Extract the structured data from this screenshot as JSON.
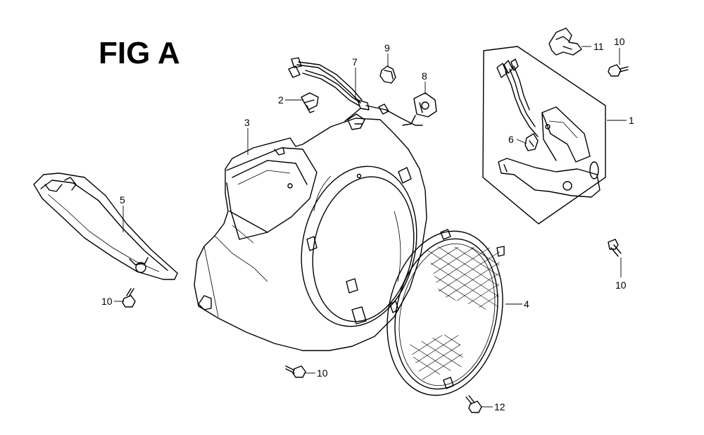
{
  "title": "FIG A",
  "callouts": {
    "c1": "1",
    "c2": "2",
    "c3": "3",
    "c4": "4",
    "c5": "5",
    "c6": "6",
    "c7": "7",
    "c8": "8",
    "c9": "9",
    "c10a": "10",
    "c10b": "10",
    "c10c": "10",
    "c10d": "10",
    "c11": "11",
    "c12": "12"
  }
}
